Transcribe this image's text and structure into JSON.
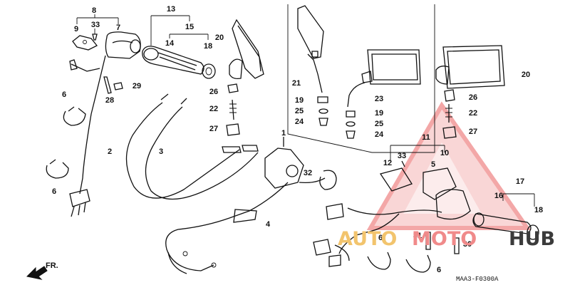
{
  "diagram": {
    "code": "MAA3-F0300A",
    "direction_label": "FR.",
    "callouts": [
      "8",
      "33",
      "7",
      "9",
      "13",
      "15",
      "14",
      "18",
      "20",
      "21",
      "19",
      "25",
      "24",
      "23",
      "26",
      "22",
      "27",
      "6",
      "28",
      "29",
      "2",
      "3",
      "1",
      "32",
      "4",
      "11",
      "10",
      "12",
      "5",
      "17",
      "16",
      "31",
      "30"
    ]
  },
  "watermark": {
    "text_auto": "AUTO",
    "text_moto": "MOTO",
    "text_hub": "HUB",
    "colors": {
      "accent": "#f08a8a",
      "gold": "#f2c46d",
      "dark": "#3b3b3b"
    }
  }
}
